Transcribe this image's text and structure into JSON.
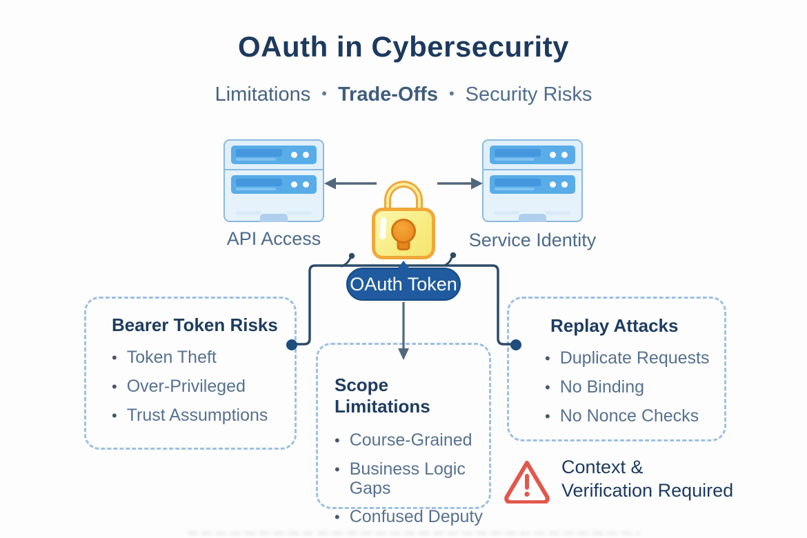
{
  "header": {
    "title": "OAuth in Cybersecurity",
    "subtitle_items": [
      "Limitations",
      "Trade-Offs",
      "Security Risks"
    ],
    "separator": "•"
  },
  "diagram": {
    "left_server_label": "API Access",
    "right_server_label": "Service Identity",
    "token_label": "OAuth Token"
  },
  "ui": {
    "bullet": "•"
  },
  "boxes": [
    {
      "title": "Bearer Token Risks",
      "items": [
        "Token Theft",
        "Over-Privileged",
        "Trust Assumptions"
      ]
    },
    {
      "title": "Scope Limitations",
      "items": [
        "Course-Grained",
        "Business Logic Gaps",
        "Confused Deputy"
      ]
    },
    {
      "title": "Replay Attacks",
      "items": [
        "Duplicate Requests",
        "No Binding",
        "No Nonce Checks"
      ]
    }
  ],
  "warning": {
    "line1": "Context &",
    "line2": "Verification Required"
  },
  "colors": {
    "title_navy": "#1d3a5e",
    "subtitle_blue": "#4d6a88",
    "pill_blue": "#1f5b9e",
    "dashed_border": "#9dc0e2",
    "connector_navy": "#2d4b68",
    "arrow_gray": "#52677c",
    "lock_orange": "#f0a83a",
    "lock_yellow": "#f8ec84",
    "keyhole_orange": "#e8861c",
    "server_blue": "#58ace8",
    "warning_red": "#e2574c"
  }
}
